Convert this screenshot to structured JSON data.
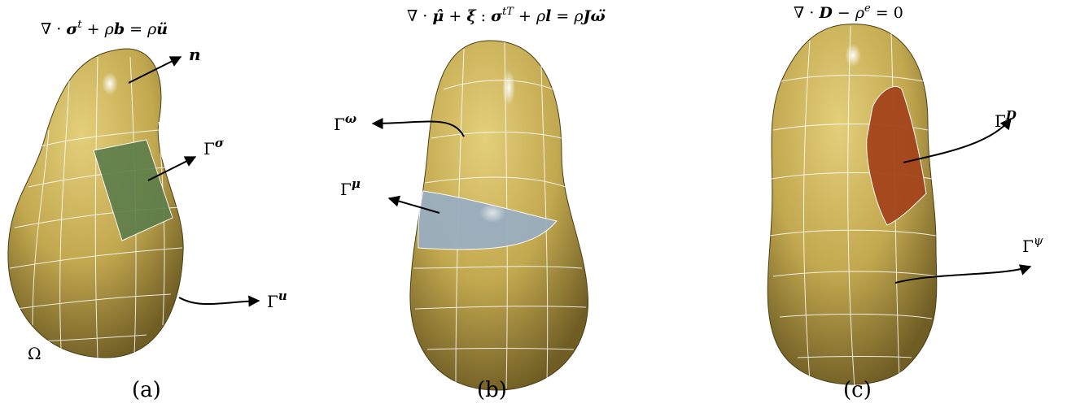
{
  "panels": [
    {
      "caption": "(a)",
      "equation": "∇ · σ<sup>t</sup> + ρb = ρü",
      "equation_parts": {
        "lead": "∇ · ",
        "sigma": "σ",
        "sup": "t",
        "mid": " + ρ",
        "b": "b",
        "eq": " = ρ",
        "uddot": "ü"
      },
      "labels": {
        "normal": "n",
        "gamma_sigma": "σ",
        "gamma_u": "u",
        "domain": "Ω"
      },
      "colors": {
        "body": "#c9b055",
        "patch": "#5c7d4a"
      }
    },
    {
      "caption": "(b)",
      "equation_parts": {
        "lead": "∇ · ",
        "muhat": "μ̂",
        "plus1": " + ",
        "xi": "ξ",
        "colon": " : ",
        "sigma": "σ",
        "sup": "tT",
        "mid": " + ρ",
        "l": "l",
        "eq": " = ρ",
        "J": "J",
        "omega": "ω̈"
      },
      "labels": {
        "gamma_omega": "ω",
        "gamma_mu": "μ"
      },
      "colors": {
        "body": "#c9b055",
        "patch": "#9aaec0"
      }
    },
    {
      "caption": "(c)",
      "equation_parts": {
        "lead": "∇ · ",
        "D": "D",
        "mid": " − ρ",
        "sup": "e",
        "tail": " = 0"
      },
      "labels": {
        "gamma_D": "D",
        "gamma_psi": "ψ"
      },
      "colors": {
        "body": "#c9b055",
        "patch": "#a5441c"
      }
    }
  ],
  "gamma": "Γ"
}
